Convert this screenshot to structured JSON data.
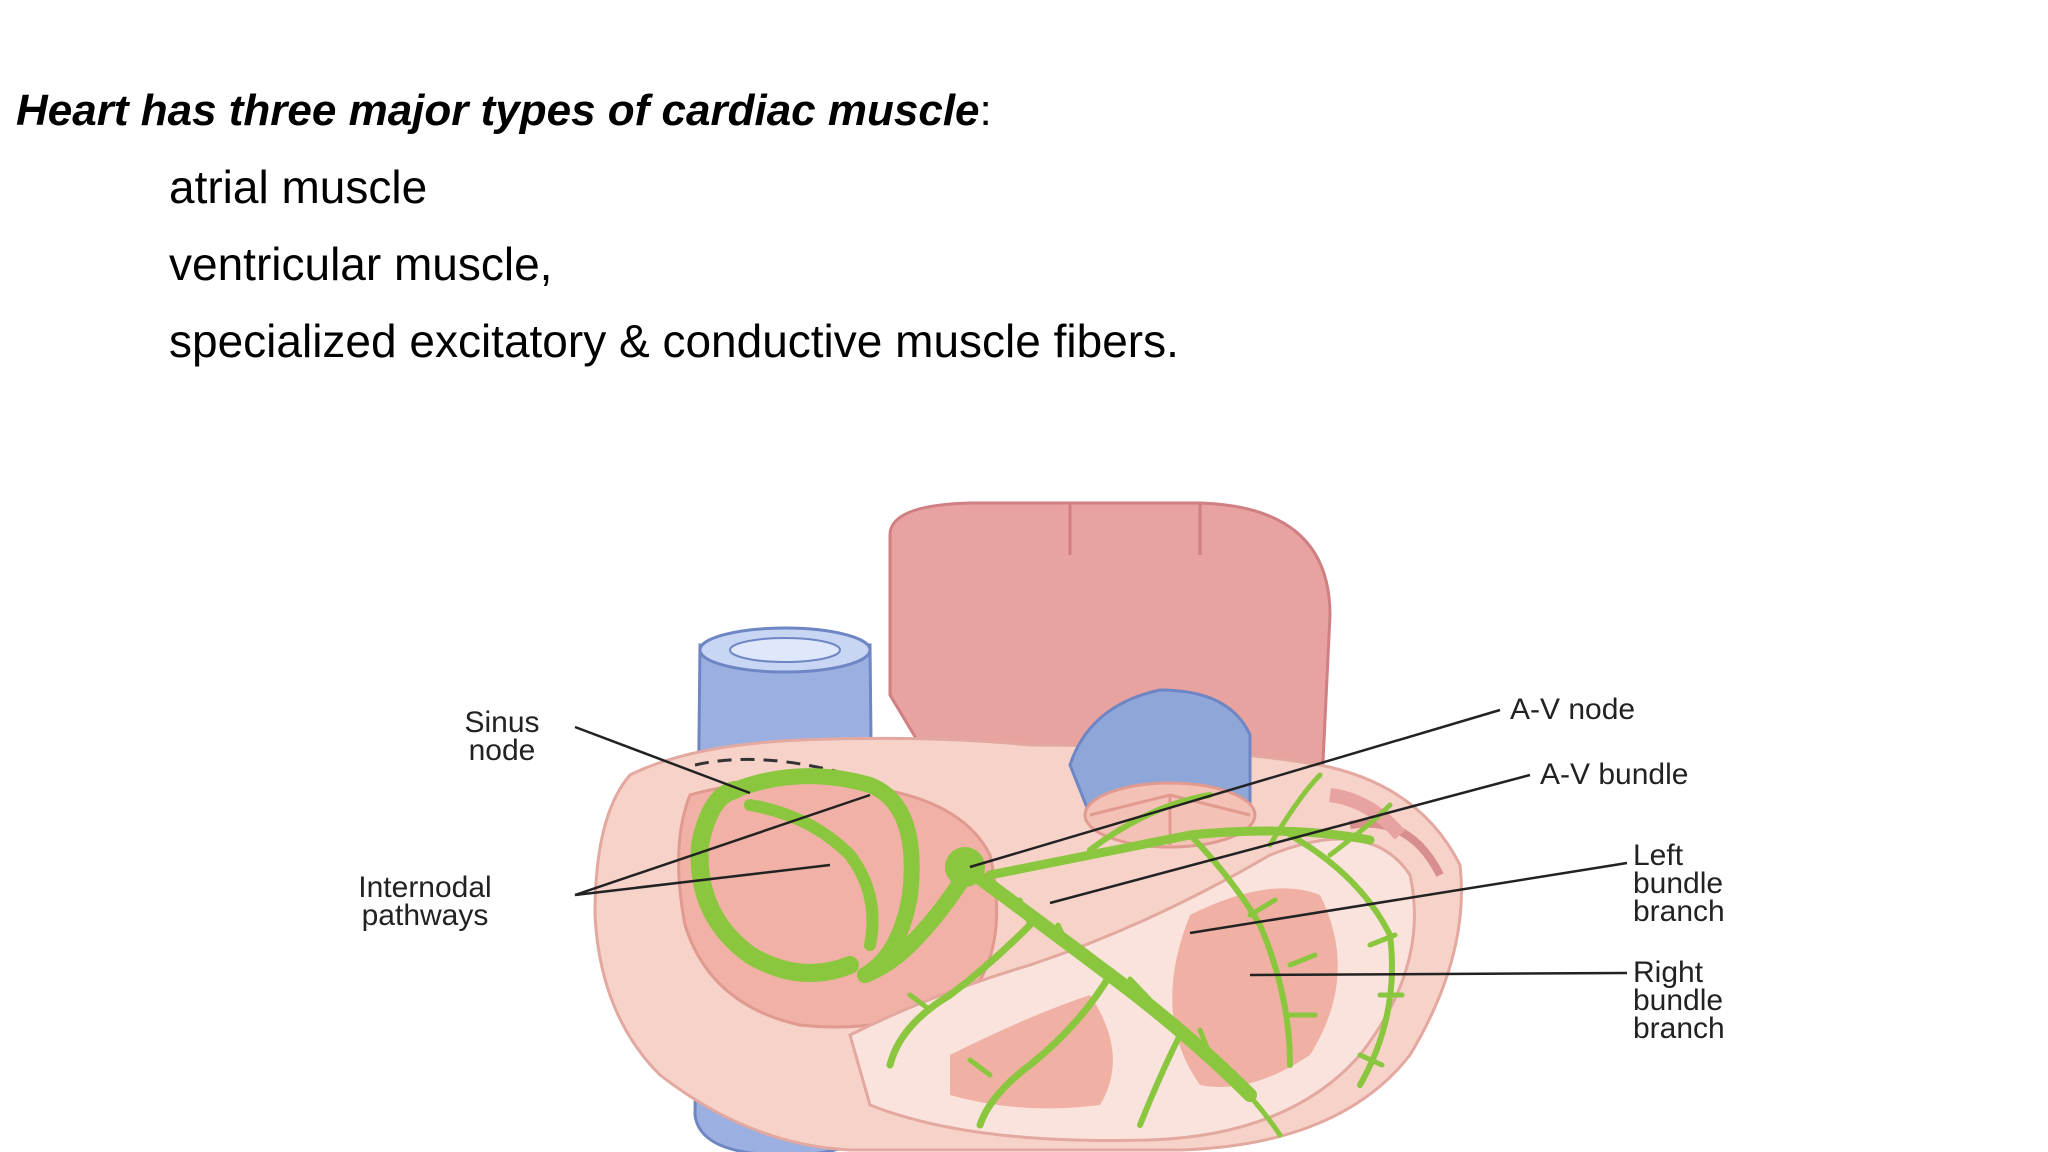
{
  "slide": {
    "heading": {
      "emphasis": "Heart has three major types of cardiac muscle",
      "suffix": ":"
    },
    "items": [
      "atrial muscle",
      "ventricular muscle,",
      "specialized excitatory & conductive muscle fibers."
    ]
  },
  "figure": {
    "labels": {
      "sinus_line1": "Sinus",
      "sinus_line2": "node",
      "internodal_line1": "Internodal",
      "internodal_line2": "pathways",
      "av_node": "A-V node",
      "av_bundle": "A-V bundle",
      "left_line1": "Left",
      "left_line2": "bundle",
      "left_line3": "branch",
      "right_line1": "Right",
      "right_line2": "bundle",
      "right_line3": "branch"
    },
    "colors": {
      "heart_pink": "#f2b9ae",
      "vessel_blue": "#8fa6d8",
      "conduction_green": "#8bc63f",
      "wall_light": "#fbe3dc"
    }
  }
}
